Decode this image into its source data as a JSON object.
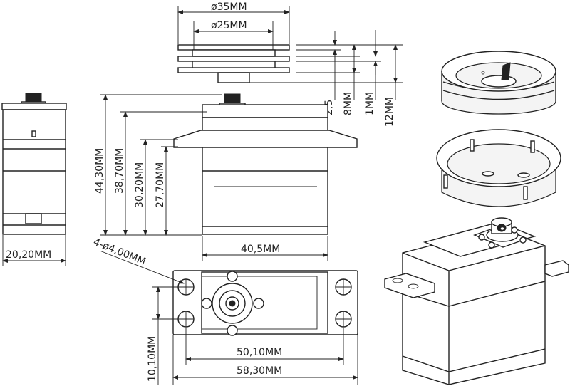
{
  "dimensions": {
    "outer_diameter": "ø35MM",
    "inner_diameter": "ø25MM",
    "groove_2_5": "2,5",
    "groove_8": "8MM",
    "groove_1": "1MM",
    "groove_12": "12MM",
    "height_44_30": "44,30MM",
    "height_38_70": "38,70MM",
    "height_30_20": "30,20MM",
    "height_27_70": "27,70MM",
    "width_40_5": "40,5MM",
    "depth_20_20": "20,20MM",
    "mount_holes": "4-ø4,00MM",
    "hole_pitch_vertical": "10,10MM",
    "hole_pitch_horizontal": "50,10MM",
    "overall_length": "58,30MM"
  }
}
